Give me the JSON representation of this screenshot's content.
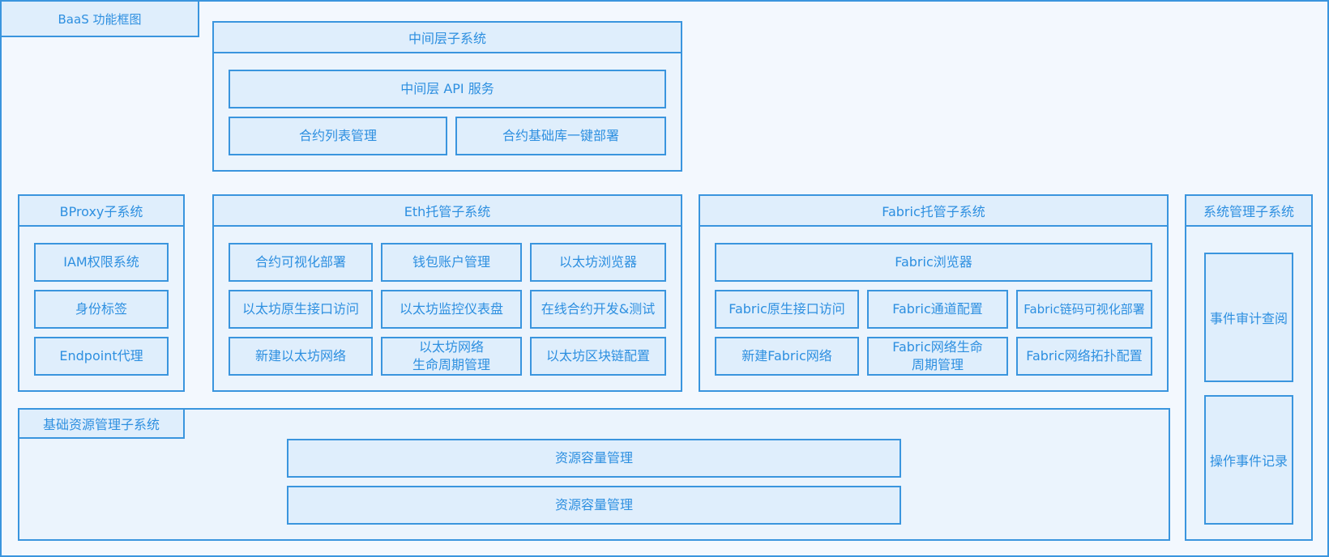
{
  "diagram": {
    "title": "BaaS 功能框图"
  },
  "middle": {
    "title": "中间层子系统",
    "api": "中间层 API 服务",
    "contract_list": "合约列表管理",
    "contract_base": "合约基础库一键部署"
  },
  "bproxy": {
    "title": "BProxy子系统",
    "items": [
      "IAM权限系统",
      "身份标签",
      "Endpoint代理"
    ]
  },
  "eth": {
    "title": "Eth托管子系统",
    "items": [
      "合约可视化部署",
      "钱包账户管理",
      "以太坊浏览器",
      "以太坊原生接口访问",
      "以太坊监控仪表盘",
      "在线合约开发&测试",
      "新建以太坊网络",
      "以太坊网络\n生命周期管理",
      "以太坊区块链配置"
    ]
  },
  "fabric": {
    "title": "Fabric托管子系统",
    "browser": "Fabric浏览器",
    "items": [
      "Fabric原生接口访问",
      "Fabric通道配置",
      "Fabric链码可视化部署",
      "新建Fabric网络",
      "Fabric网络生命\n周期管理",
      "Fabric网络拓扑配置"
    ]
  },
  "sysmgmt": {
    "title": "系统管理子系统",
    "items": [
      "事件审计查阅",
      "操作事件记录"
    ]
  },
  "infra": {
    "title": "基础资源管理子系统",
    "items": [
      "资源容量管理",
      "资源容量管理"
    ]
  },
  "colors": {
    "border": "#3a95de",
    "text": "#2d8fe0",
    "background": "#f3f8fe",
    "box_fill": "#dfeefc"
  }
}
